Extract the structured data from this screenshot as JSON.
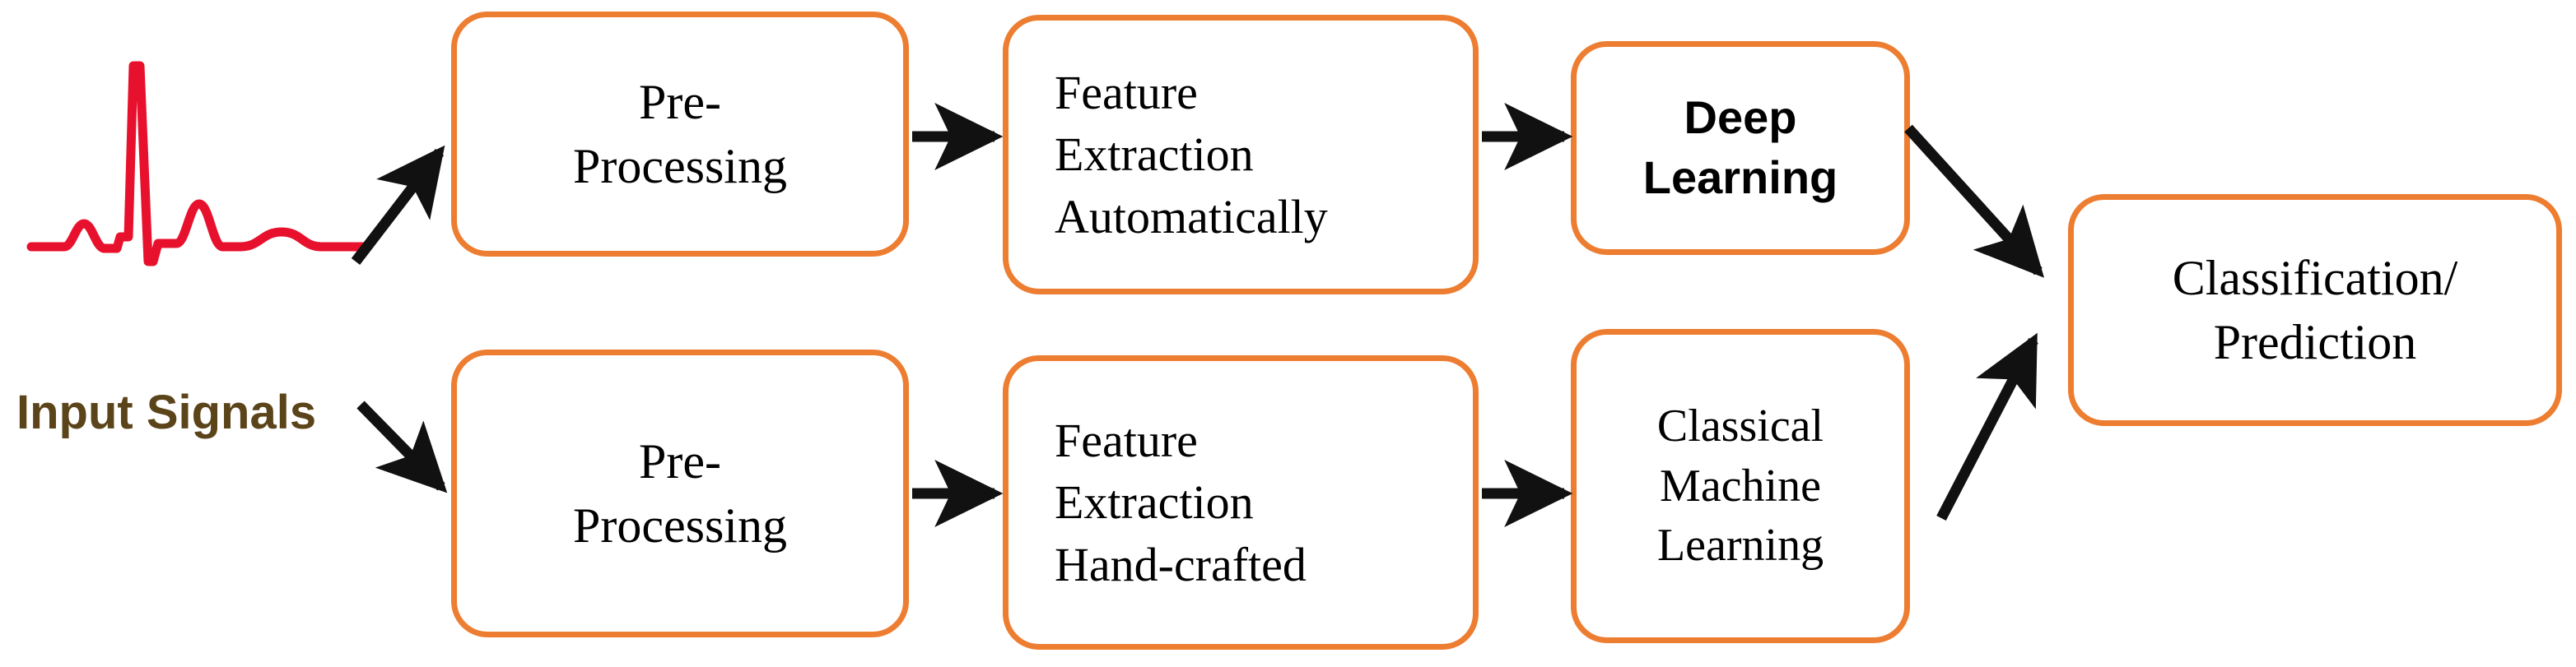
{
  "figure": {
    "type": "flow-diagram",
    "background_color": "#FFFFFF",
    "box_border_color": "#ED7D31",
    "arrow_color": "#000000",
    "signal_color": "#E8112D",
    "label_color": "#5B4419"
  },
  "input": {
    "label": "Input Signals",
    "icon": "ecg-waveform"
  },
  "nodes": {
    "pre_processing_top": {
      "line1": "Pre-",
      "line2": "Processing"
    },
    "feature_extraction_top": {
      "line1": "Feature",
      "line2": "Extraction",
      "line3": "Automatically"
    },
    "deep_learning": {
      "line1": "Deep",
      "line2": "Learning"
    },
    "pre_processing_bottom": {
      "line1": "Pre-",
      "line2": "Processing"
    },
    "feature_extraction_bottom": {
      "line1": "Feature",
      "line2": "Extraction",
      "line3": "Hand-crafted"
    },
    "classical_ml": {
      "line1": "Classical",
      "line2": "Machine",
      "line3": "Learning"
    },
    "result": {
      "line1": "Classification/",
      "line2": "Prediction"
    }
  },
  "arrows": [
    {
      "name": "input-to-pre-top",
      "from": "Input Signals",
      "to": "Pre-Processing (top)",
      "direction": "up-right"
    },
    {
      "name": "pre-top-to-feature-top",
      "from": "Pre-Processing (top)",
      "to": "Feature Extraction Automatically",
      "direction": "right"
    },
    {
      "name": "feature-top-to-deep",
      "from": "Feature Extraction Automatically",
      "to": "Deep Learning",
      "direction": "right"
    },
    {
      "name": "deep-to-result",
      "from": "Deep Learning",
      "to": "Classification/ Prediction",
      "direction": "down-right"
    },
    {
      "name": "input-to-pre-bottom",
      "from": "Input Signals",
      "to": "Pre-Processing (bottom)",
      "direction": "down-right"
    },
    {
      "name": "pre-bottom-to-feature-bottom",
      "from": "Pre-Processing (bottom)",
      "to": "Feature Extraction Hand-crafted",
      "direction": "right"
    },
    {
      "name": "feature-bottom-to-classical",
      "from": "Feature Extraction Hand-crafted",
      "to": "Classical Machine Learning",
      "direction": "right"
    },
    {
      "name": "classical-to-result",
      "from": "Classical Machine Learning",
      "to": "Classification/ Prediction",
      "direction": "up-right"
    }
  ]
}
